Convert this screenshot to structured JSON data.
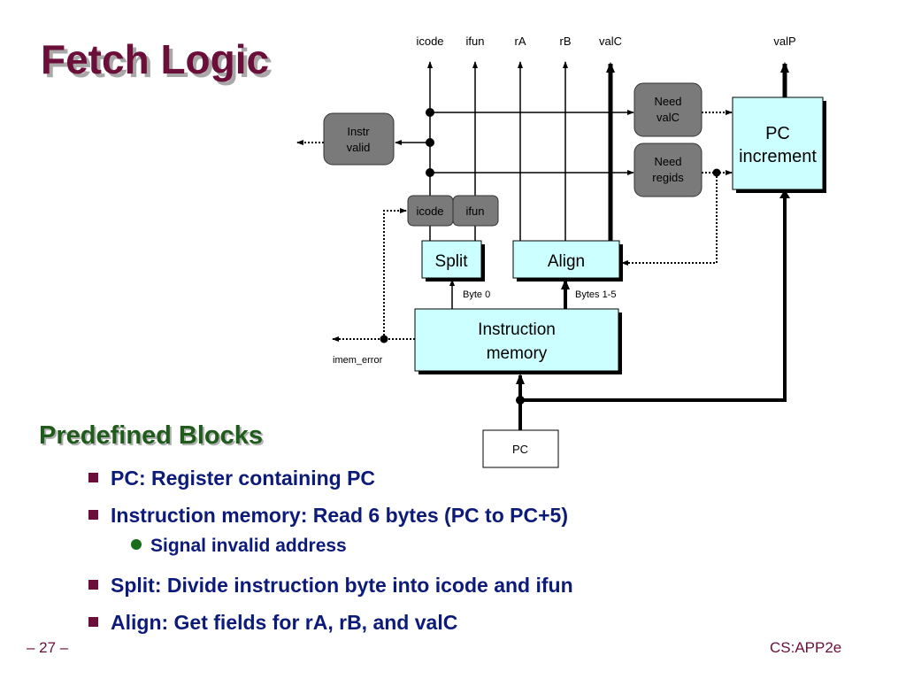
{
  "slide": {
    "title": "Fetch Logic",
    "page_number": "– 27 –",
    "footer": "CS:APP2e"
  },
  "diagram": {
    "outputs": {
      "icode": "icode",
      "ifun": "ifun",
      "rA": "rA",
      "rB": "rB",
      "valC": "valC",
      "valP": "valP"
    },
    "blocks": {
      "instr_valid": [
        "Instr",
        "valid"
      ],
      "need_valC": [
        "Need",
        "valC"
      ],
      "need_regids": [
        "Need",
        "regids"
      ],
      "pc_increment": [
        "PC",
        "increment"
      ],
      "icode_reg": "icode",
      "ifun_reg": "ifun",
      "split": "Split",
      "align": "Align",
      "instruction_memory": [
        "Instruction",
        "memory"
      ],
      "pc": "PC"
    },
    "labels": {
      "byte0": "Byte 0",
      "bytes15": "Bytes 1-5",
      "imem_error": "imem_error"
    },
    "colors": {
      "logic_block": "#7a7a7a",
      "hardware_block": "#ccffff"
    }
  },
  "content": {
    "section_heading": "Predefined Blocks",
    "bullets": [
      "PC: Register containing PC",
      "Instruction memory: Read 6 bytes (PC to PC+5)",
      "Split: Divide instruction byte into icode and ifun",
      "Align: Get fields for rA, rB, and valC"
    ],
    "sub_bullets": [
      "Signal invalid address"
    ]
  }
}
